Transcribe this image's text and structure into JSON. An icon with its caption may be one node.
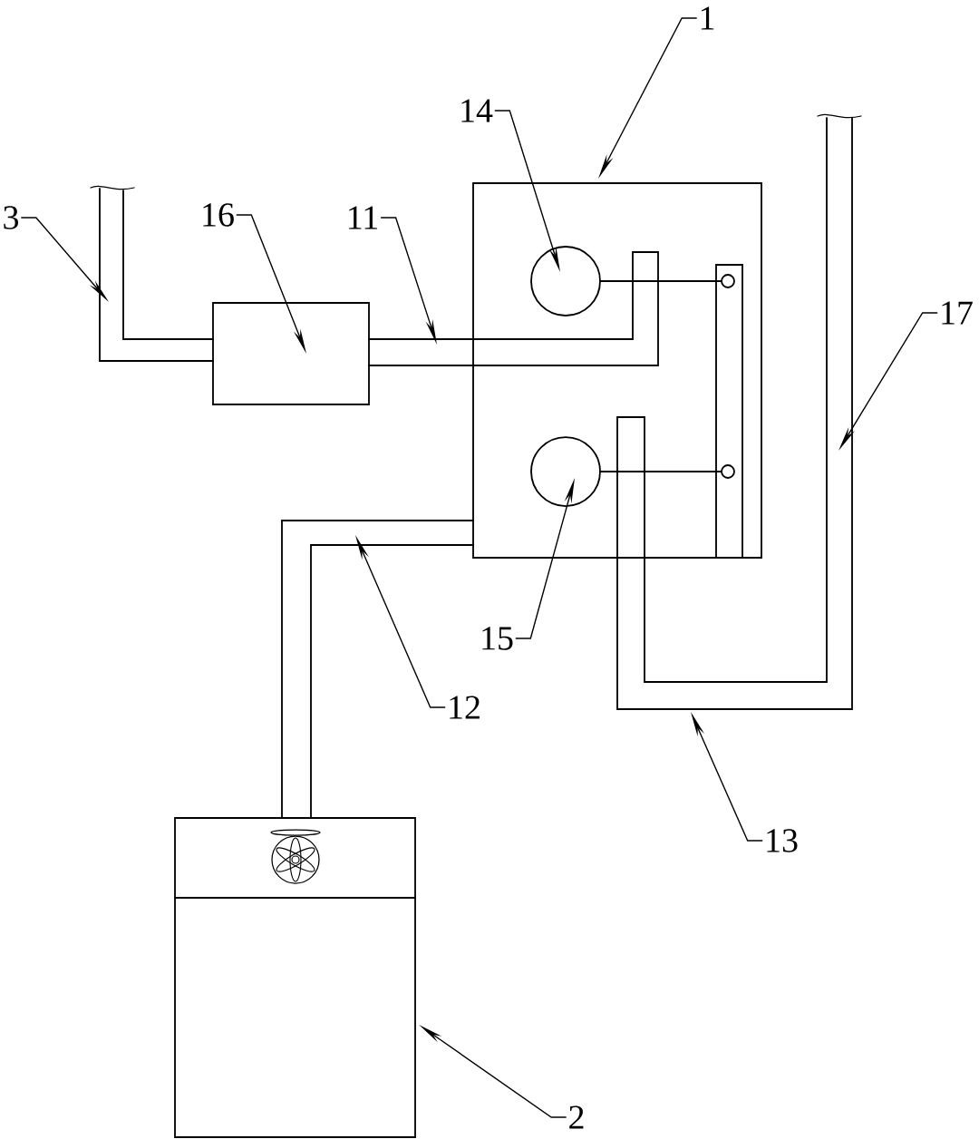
{
  "diagram": {
    "nodes": [
      {
        "text": [
          "1"
        ]
      },
      {
        "text": [],
        "shape": "box"
      },
      {
        "text": [
          "14"
        ]
      },
      {
        "text": [],
        "shape": "circle",
        "in": 1
      },
      {
        "text": [
          "16"
        ]
      },
      {
        "text": [],
        "shape": "box"
      },
      {
        "text": [
          "11"
        ]
      },
      {
        "text": [
          "3"
        ]
      },
      {
        "text": [
          "17"
        ]
      },
      {
        "text": [
          "15"
        ]
      },
      {
        "text": [],
        "shape": "circle",
        "in": 1
      },
      {
        "text": [
          "12"
        ]
      },
      {
        "text": [
          "13"
        ]
      },
      {
        "text": [
          "2"
        ]
      },
      {
        "text": [],
        "shape": "box"
      }
    ],
    "edges": [
      {
        "from": 0,
        "to": 1,
        "arrow": "to"
      },
      {
        "from": 2,
        "to": 3,
        "arrow": "to"
      },
      {
        "from": 4,
        "to": 5,
        "arrow": "to"
      },
      {
        "from": 6,
        "to": null,
        "arrow": "to"
      },
      {
        "from": 7,
        "to": null,
        "arrow": "to"
      },
      {
        "from": 8,
        "to": null,
        "arrow": "to"
      },
      {
        "from": 9,
        "to": 10,
        "arrow": "to"
      },
      {
        "from": 11,
        "to": null,
        "arrow": "to"
      },
      {
        "from": 12,
        "to": null,
        "arrow": "to"
      },
      {
        "from": 13,
        "to": 14,
        "arrow": "to"
      }
    ]
  }
}
